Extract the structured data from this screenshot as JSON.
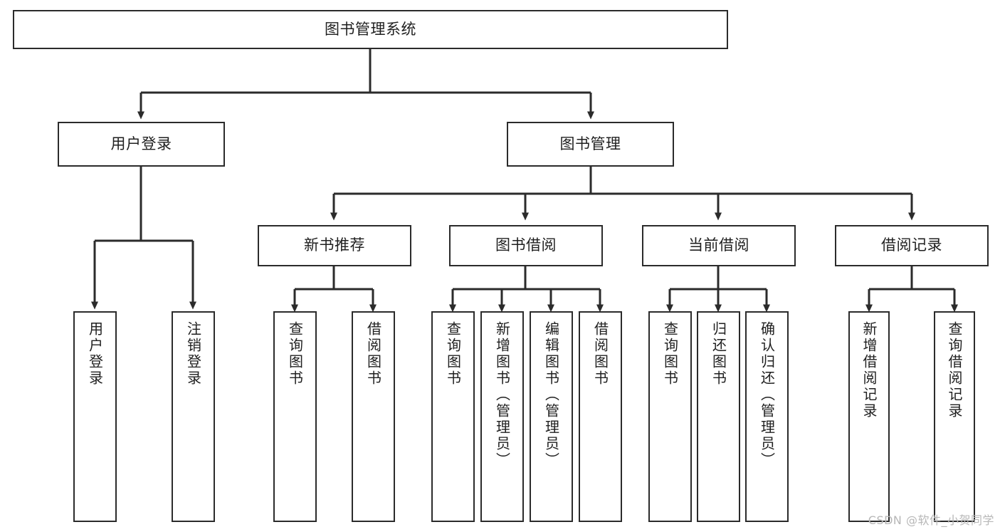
{
  "diagram": {
    "type": "hierarchy-tree",
    "title": "图书管理系统",
    "watermark": "CSDN @软件_小贺同学",
    "root": {
      "label": "图书管理系统"
    },
    "level2": [
      {
        "label": "用户登录"
      },
      {
        "label": "图书管理"
      }
    ],
    "level3": [
      {
        "label": "新书推荐"
      },
      {
        "label": "图书借阅"
      },
      {
        "label": "当前借阅"
      },
      {
        "label": "借阅记录"
      }
    ],
    "leaves": {
      "user_login": [
        {
          "label": "用户登录"
        },
        {
          "label": "注销登录"
        }
      ],
      "new_book_recommend": [
        {
          "label": "查询图书"
        },
        {
          "label": "借阅图书"
        }
      ],
      "book_borrow": [
        {
          "label": "查询图书"
        },
        {
          "label": "新增图书（管理员）"
        },
        {
          "label": "编辑图书（管理员）"
        },
        {
          "label": "借阅图书"
        }
      ],
      "current_borrow": [
        {
          "label": "查询图书"
        },
        {
          "label": "归还图书"
        },
        {
          "label": "确认归还（管理员）"
        }
      ],
      "borrow_record": [
        {
          "label": "新增借阅记录"
        },
        {
          "label": "查询借阅记录"
        }
      ]
    },
    "colors": {
      "stroke": "#2b2b2b",
      "fill": "#ffffff",
      "text": "#1f1f1f",
      "watermark": "#b7b7b7"
    }
  }
}
